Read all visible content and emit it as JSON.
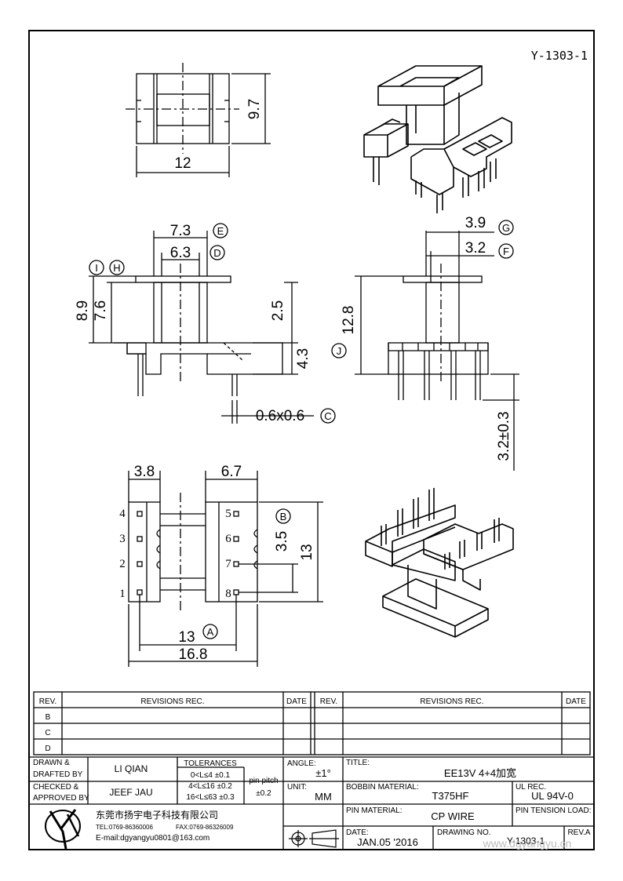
{
  "drawing_id": "Y-1303-1",
  "dims": {
    "top_width": "12",
    "top_height": "9.7",
    "side_7_3": "7.3",
    "side_6_3": "6.3",
    "side_8_9": "8.9",
    "side_7_6": "7.6",
    "side_2_5": "2.5",
    "side_4_3": "4.3",
    "side_chamfer": "0.6x0.6",
    "front_3_9": "3.9",
    "front_3_2": "3.2",
    "front_12_8": "12.8",
    "front_pin_len": "3.2±0.3",
    "bottom_3_8": "3.8",
    "bottom_6_7": "6.7",
    "bottom_3_5": "3.5",
    "bottom_13h": "13",
    "bottom_13w": "13",
    "bottom_16_8": "16.8"
  },
  "markers": {
    "A": "A",
    "B": "B",
    "C": "C",
    "D": "D",
    "E": "E",
    "F": "F",
    "G": "G",
    "H": "H",
    "I": "I",
    "J": "J"
  },
  "pins": {
    "p1": "1",
    "p2": "2",
    "p3": "3",
    "p4": "4",
    "p5": "5",
    "p6": "6",
    "p7": "7",
    "p8": "8"
  },
  "revisions": {
    "rev_header": "REV.",
    "rec_header": "REVISIONS    REC.",
    "date_header": "DATE",
    "rows": [
      "B",
      "C",
      "D"
    ]
  },
  "titleblock": {
    "drawn_label": "DRAWN  &",
    "drafted_label": "DRAFTED BY",
    "drawn_name": "LI QIAN",
    "checked_label": "CHECKED  &",
    "approved_label": "APPROVED BY",
    "checked_name": "JEEF JAU",
    "tolerances_label": "TOLERANCES",
    "tol_1": "0<L≤4   ±0.1",
    "tol_2": "4<L≤16  ±0.2",
    "tol_3": "16<L≤63  ±0.3",
    "pin_pitch_label": "pin pitch",
    "pin_pitch_value": "±0.2",
    "angle_label": "ANGLE:",
    "angle_value": "±1°",
    "unit_label": "UNIT:",
    "unit_value": "MM",
    "title_label": "TITLE:",
    "title_value": "EE13V  4+4加宽",
    "bobbin_label": "BOBBIN  MATERIAL:",
    "bobbin_value": "T375HF",
    "ul_label": "UL  REC.",
    "ul_value": "UL  94V-0",
    "pin_material_label": "PIN  MATERIAL:",
    "pin_material_value": "CP  WIRE",
    "pin_tension_label": "PIN  TENSION  LOAD:",
    "date_label": "DATE:",
    "date_value": "JAN.05  '2016",
    "drawing_no_label": "DRAWING  NO.",
    "drawing_no_value": "Y-1303-1",
    "rev_label": "REV.A",
    "watermark": "www.dgyangyu.cn"
  },
  "company": {
    "logo_text": "YY",
    "name": "东莞市扬宇电子科技有限公司",
    "tel": "TEL:0769-86360006",
    "fax": "FAX:0769-86326009",
    "email": "E-mail:dgyangyu0801@163.com"
  }
}
